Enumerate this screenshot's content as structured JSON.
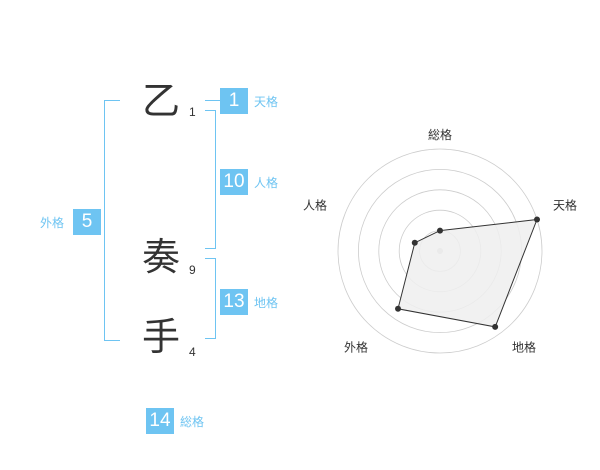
{
  "characters": [
    {
      "kanji": "乙",
      "strokes": "1"
    },
    {
      "kanji": "奏",
      "strokes": "9"
    },
    {
      "kanji": "手",
      "strokes": "4"
    }
  ],
  "fortunes": {
    "tenkaku": {
      "value": "1",
      "label": "天格"
    },
    "jinkaku": {
      "value": "10",
      "label": "人格"
    },
    "chikaku": {
      "value": "13",
      "label": "地格"
    },
    "gaikaku": {
      "value": "5",
      "label": "外格"
    },
    "soukaku": {
      "value": "14",
      "label": "総格"
    }
  },
  "colors": {
    "accent": "#6ec4f2",
    "text": "#333333",
    "radar_fill": "#eeeeee",
    "grid": "#cccccc"
  },
  "chart_data": {
    "type": "radar",
    "axes": [
      "総格",
      "天格",
      "地格",
      "外格",
      "人格"
    ],
    "max": 5,
    "levels": 5,
    "values": [
      1,
      5,
      4.6,
      3.5,
      1.3
    ]
  }
}
